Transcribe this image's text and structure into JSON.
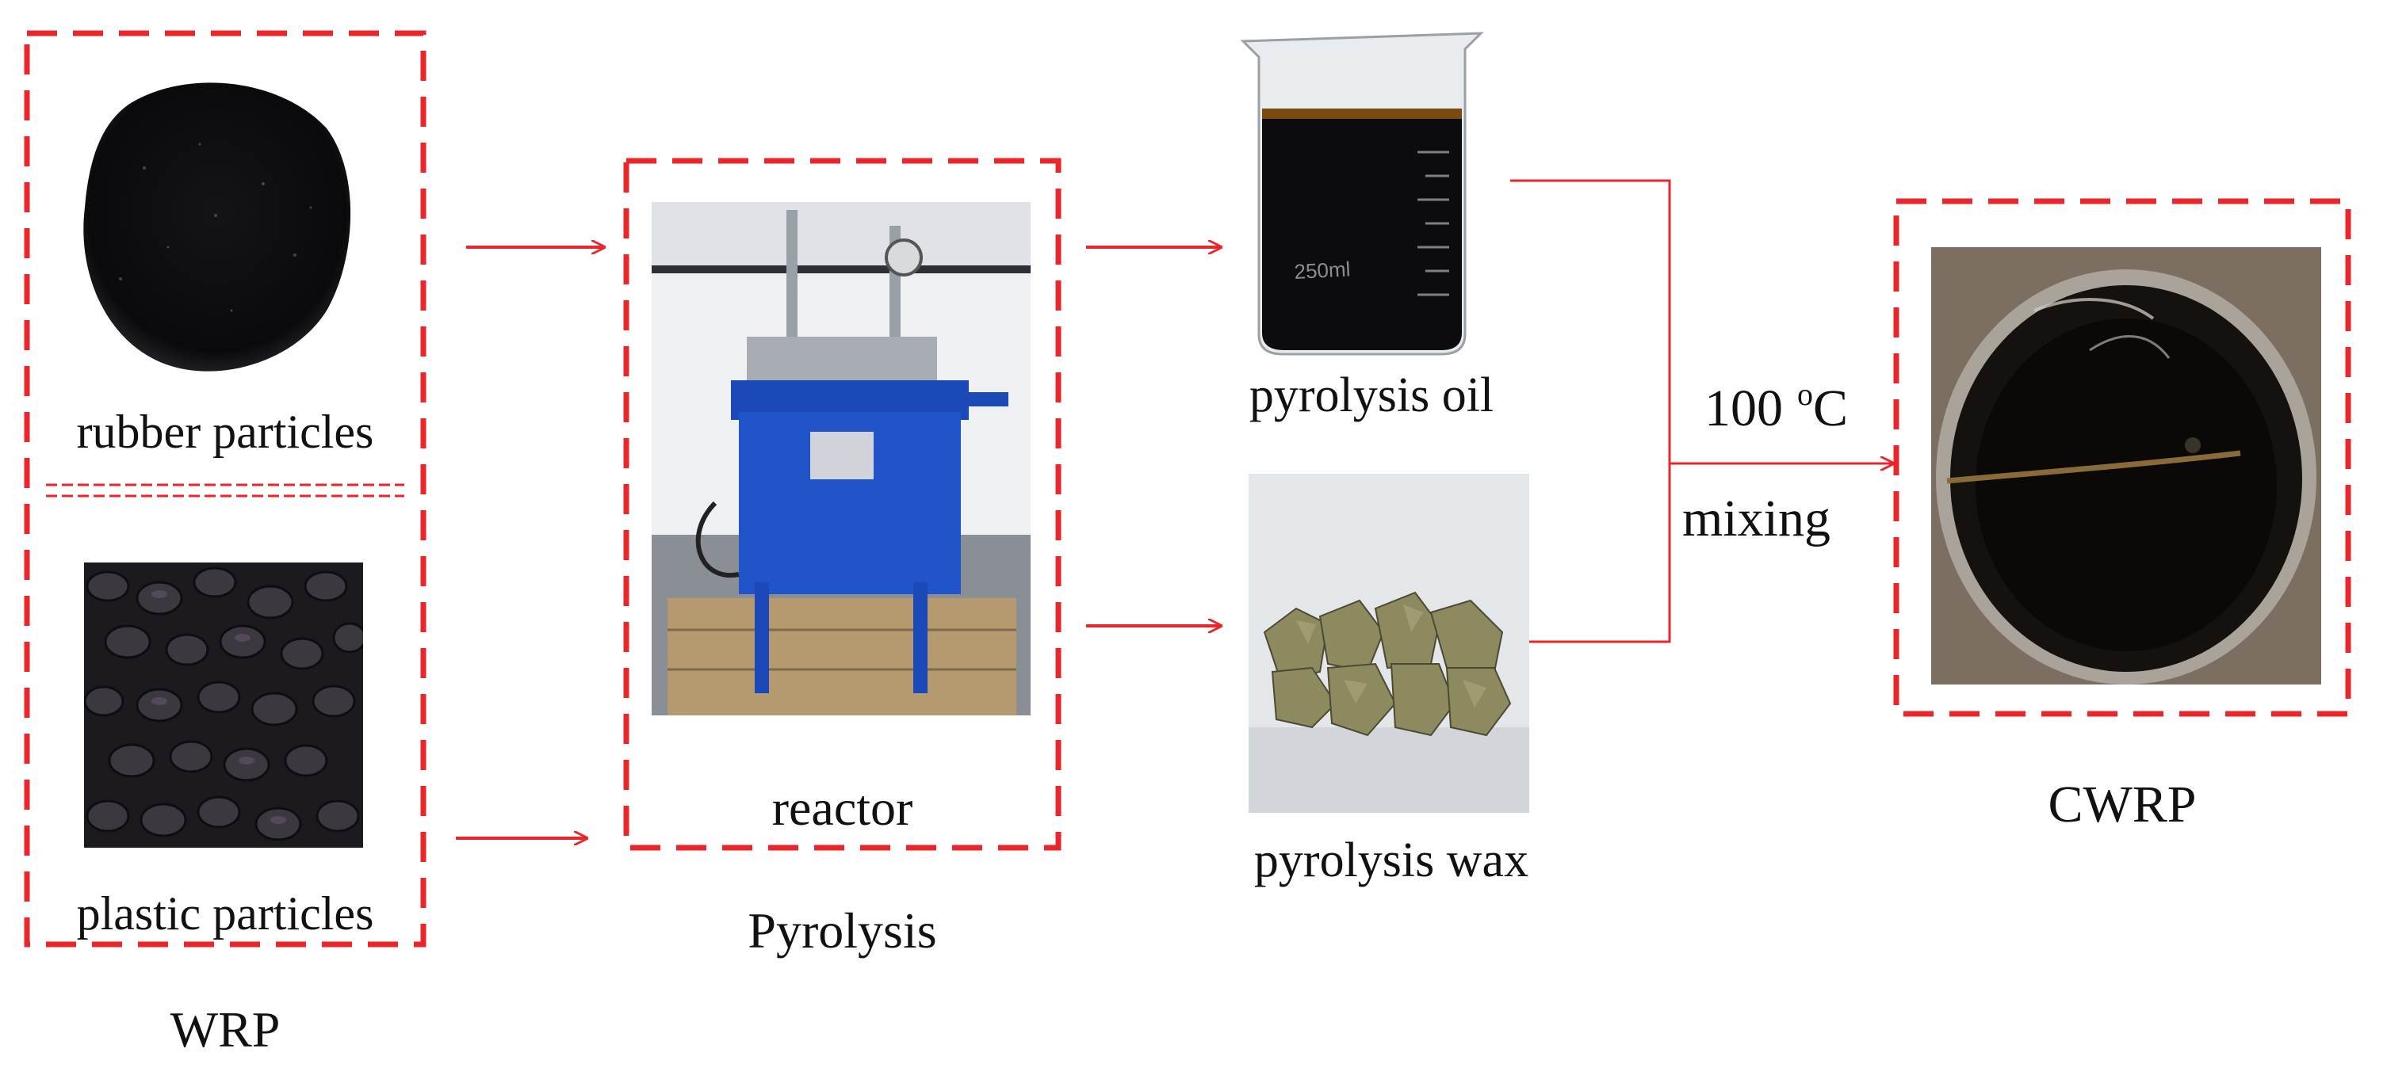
{
  "groups": {
    "wrp": {
      "label": "WRP"
    },
    "pyrolysis": {
      "label": "Pyrolysis"
    },
    "cwrp": {
      "label": "CWRP"
    }
  },
  "items": {
    "rubber": {
      "label": "rubber particles"
    },
    "plastic": {
      "label": "plastic particles"
    },
    "reactor": {
      "label": "reactor"
    },
    "oil": {
      "label": "pyrolysis oil"
    },
    "wax": {
      "label": "pyrolysis wax"
    }
  },
  "condition": {
    "temperature_value": "100",
    "temperature_unit_prefix": "o",
    "temperature_unit": "C",
    "process": "mixing"
  },
  "beaker_marking": "250ml",
  "colors": {
    "frame": "#e8262b",
    "arrow": "#e8262b",
    "text": "#111111"
  }
}
